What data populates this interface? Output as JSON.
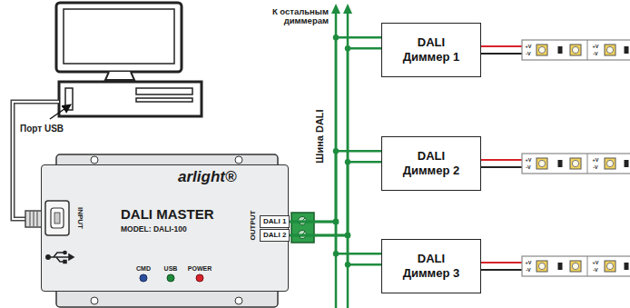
{
  "diagram": {
    "nodes": [
      {
        "text": [
          "arlight®",
          "DALI MASTER",
          "MODEL: DALI-100"
        ]
      },
      {
        "text": [
          "DALI 1"
        ],
        "in": 0
      },
      {
        "text": [
          "DALI 2"
        ],
        "in": 0
      },
      {
        "text": [
          "DALI Диммер 1"
        ]
      },
      {
        "text": [
          "DALI Диммер 2"
        ]
      },
      {
        "text": [
          "DALI Диммер 3"
        ]
      }
    ],
    "edges": [
      {
        "from": 1,
        "to": 3,
        "arrow": "none"
      },
      {
        "from": 2,
        "to": 3,
        "arrow": "none"
      },
      {
        "from": 1,
        "to": 4,
        "arrow": "none"
      },
      {
        "from": 2,
        "to": 4,
        "arrow": "none"
      },
      {
        "from": 1,
        "to": 5,
        "arrow": "none"
      },
      {
        "from": 2,
        "to": 5,
        "arrow": "none"
      }
    ],
    "labels": [
      "Порт USB",
      "INPUT",
      "OUTPUT",
      "CMD",
      "USB",
      "POWER",
      "Шина DALI",
      "К остальным диммерам",
      "+V",
      "-V",
      "+V",
      "-V",
      "+V",
      "-V",
      "+V",
      "-V",
      "+V",
      "-V",
      "+V",
      "-V"
    ]
  }
}
